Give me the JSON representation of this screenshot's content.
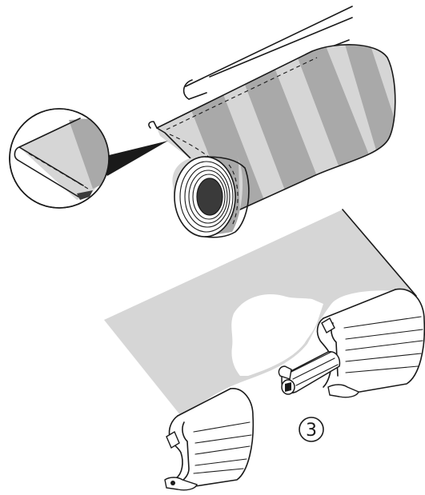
{
  "figure": {
    "step_number": "3",
    "colors": {
      "line": "#1a1a1a",
      "fabric_light": "#d6d6d6",
      "fabric_stripe": "#a9a9a9",
      "background": "#ffffff",
      "detail_dark": "#3a3a3a"
    },
    "components": [
      "roller-tube",
      "striped-fabric",
      "fabric-roll",
      "detail-magnifier",
      "fabric-sheet",
      "front-bar-profile",
      "end-cap-profile"
    ]
  }
}
